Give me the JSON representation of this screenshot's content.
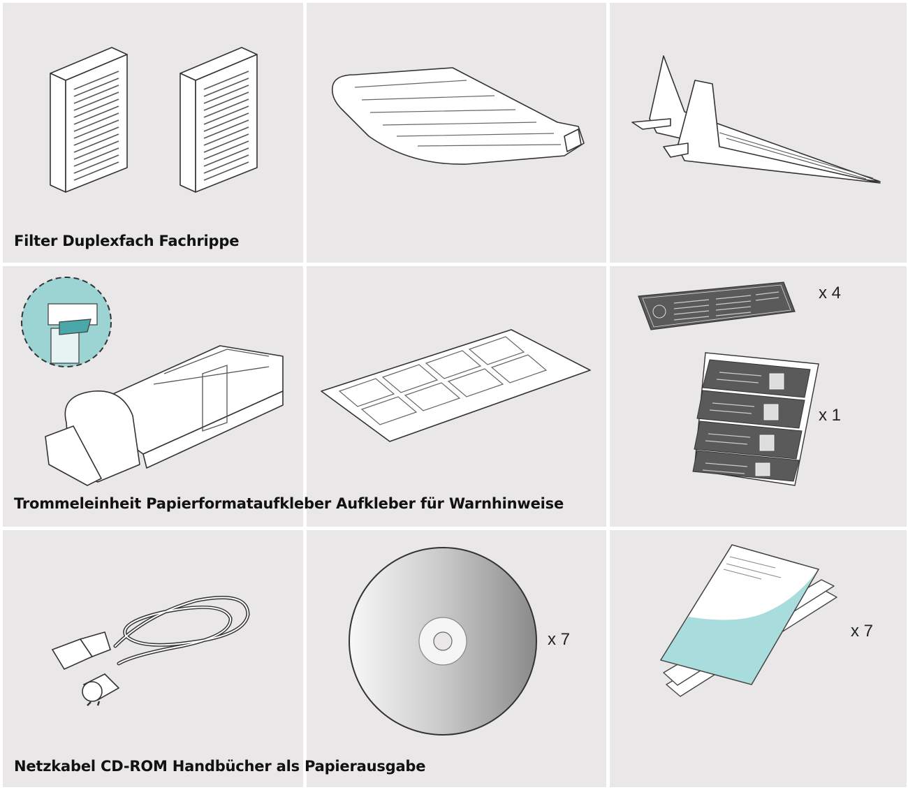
{
  "rows": [
    {
      "caption": "Filter Duplexfach Fachrippe"
    },
    {
      "caption": "Trommeleinheit Papierformataufkleber Aufkleber für Warnhinweise"
    },
    {
      "caption": "Netzkabel CD-ROM Handbücher als Papierausgabe"
    }
  ],
  "quantities": {
    "warning_small": "x 4",
    "warning_large": "x 1",
    "cdrom": "x 7",
    "manuals": "x 7"
  },
  "icons": [
    "filter-icon",
    "duplex-tray-icon",
    "tray-rib-icon",
    "drum-unit-icon",
    "paper-size-label-icon",
    "warning-label-small-icon",
    "warning-label-sheet-icon",
    "power-cord-icon",
    "cdrom-icon",
    "manuals-icon"
  ],
  "colors": {
    "cell_background": "#e9e7e8",
    "manual_accent": "#a9dcdc",
    "detail_circle": "#9cd3d3"
  }
}
